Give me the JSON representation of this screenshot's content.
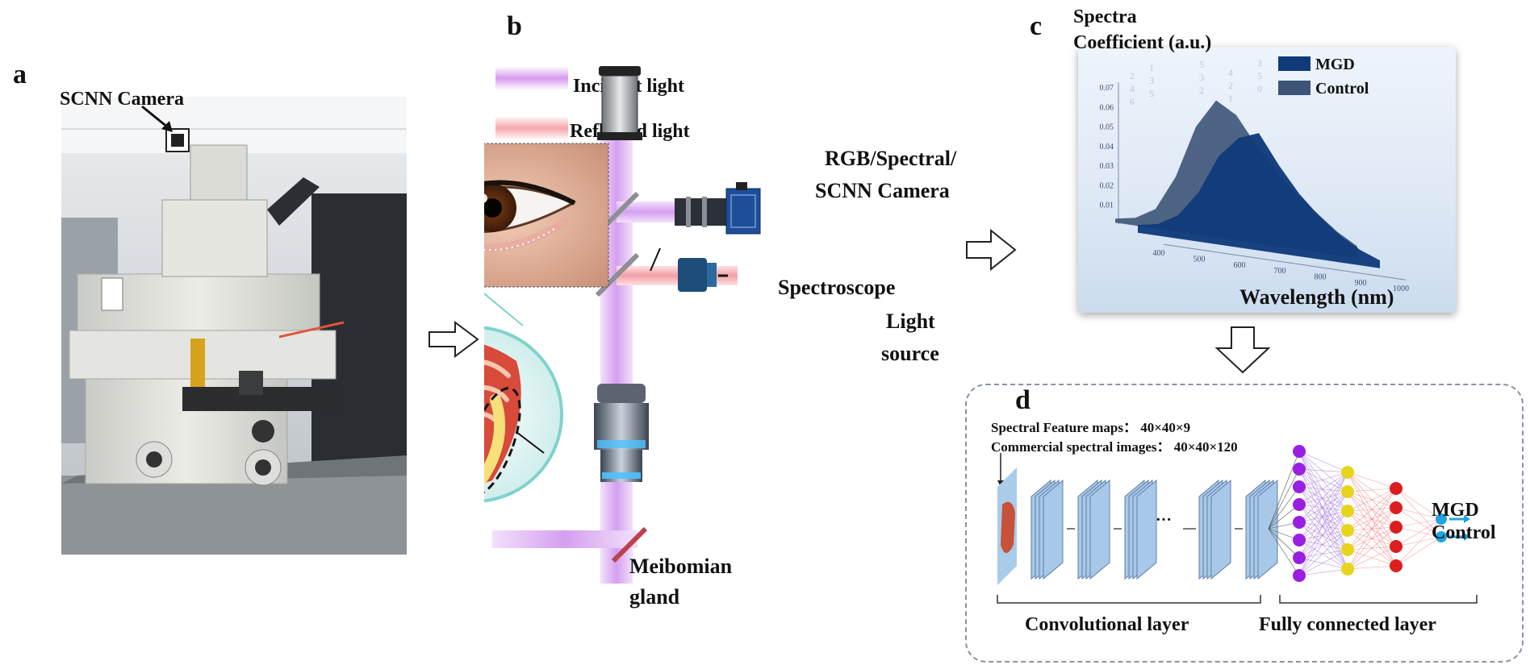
{
  "panels": {
    "a": "a",
    "b": "b",
    "c": "c",
    "d": "d"
  },
  "panel_a": {
    "camera_label": "SCNN Camera"
  },
  "panel_b": {
    "legend_incident": "Incident light",
    "legend_reflected": "Reflected light",
    "camera_label_line1": "RGB/Spectral/",
    "camera_label_line2": "SCNN Camera",
    "spectroscope": "Spectroscope",
    "light_source_line1": "Light",
    "light_source_line2": "source",
    "gland_line1": "Meibomian",
    "gland_line2": "gland"
  },
  "panel_c": {
    "ylabel_line1": "Spectra",
    "ylabel_line2": "Coefficient (a.u.)",
    "xlabel": "Wavelength (nm)",
    "legend": [
      "MGD",
      "Control"
    ],
    "colors": {
      "mgd": "#103a7a",
      "control": "#3d5478"
    },
    "y_ticks": [
      "0.07",
      "0.06",
      "0.05",
      "0.04",
      "0.03",
      "0.02",
      "0.01"
    ],
    "x_ticks": [
      "400",
      "500",
      "600",
      "700",
      "800",
      "900",
      "1000"
    ]
  },
  "chart_data": {
    "type": "area",
    "x": [
      400,
      450,
      500,
      550,
      600,
      650,
      700,
      750,
      800,
      850,
      900,
      950,
      1000
    ],
    "series": [
      {
        "name": "MGD",
        "values": [
          0.004,
          0.006,
          0.012,
          0.025,
          0.045,
          0.056,
          0.06,
          0.045,
          0.032,
          0.022,
          0.014,
          0.008,
          0.004
        ]
      },
      {
        "name": "Control",
        "values": [
          0.002,
          0.004,
          0.01,
          0.028,
          0.055,
          0.07,
          0.064,
          0.05,
          0.038,
          0.028,
          0.02,
          0.012,
          0.006
        ]
      }
    ],
    "xlabel": "Wavelength (nm)",
    "ylabel": "Spectra Coefficient (a.u.)",
    "xlim": [
      400,
      1000
    ],
    "ylim": [
      0,
      0.07
    ],
    "legend": "top-right"
  },
  "panel_d": {
    "feature_maps": "Spectral Feature maps： 40×40×9",
    "commercial_images": "Commercial spectral images： 40×40×120",
    "conv_label": "Convolutional layer",
    "fc_label": "Fully connected layer",
    "output_mgd": "MGD",
    "output_control": "Control",
    "ellipsis": "···"
  }
}
